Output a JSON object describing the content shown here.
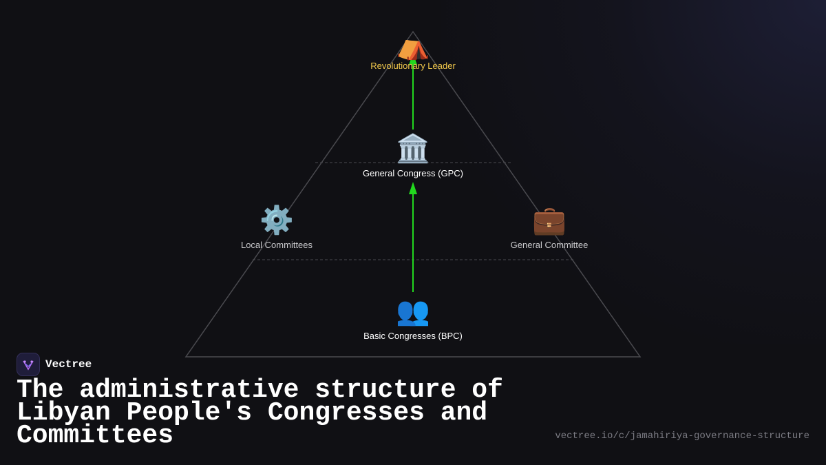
{
  "brand": {
    "name": "Vectree"
  },
  "title": "The administrative structure of Libyan People's Congresses and Committees",
  "url": "vectree.io/c/jamahiriya-governance-structure",
  "colors": {
    "arrow": "#22d81e",
    "leader_label": "#f2c94c",
    "triangle": "#4a4a4f",
    "background": "#101014"
  },
  "nodes": {
    "leader": {
      "icon": "tent-icon",
      "glyph": "⛺",
      "label": "Revolutionary Leader"
    },
    "gpc": {
      "icon": "classical-building-icon",
      "glyph": "🏛️",
      "label": "General Congress (GPC)"
    },
    "local": {
      "icon": "gear-icon",
      "glyph": "⚙️",
      "label": "Local Committees"
    },
    "general_committee": {
      "icon": "briefcase-icon",
      "glyph": "💼",
      "label": "General Committee"
    },
    "bpc": {
      "icon": "people-icon",
      "glyph": "👥",
      "label": "Basic Congresses (BPC)"
    }
  },
  "edges": [
    {
      "from": "bpc",
      "to": "gpc"
    },
    {
      "from": "gpc",
      "to": "leader"
    }
  ]
}
